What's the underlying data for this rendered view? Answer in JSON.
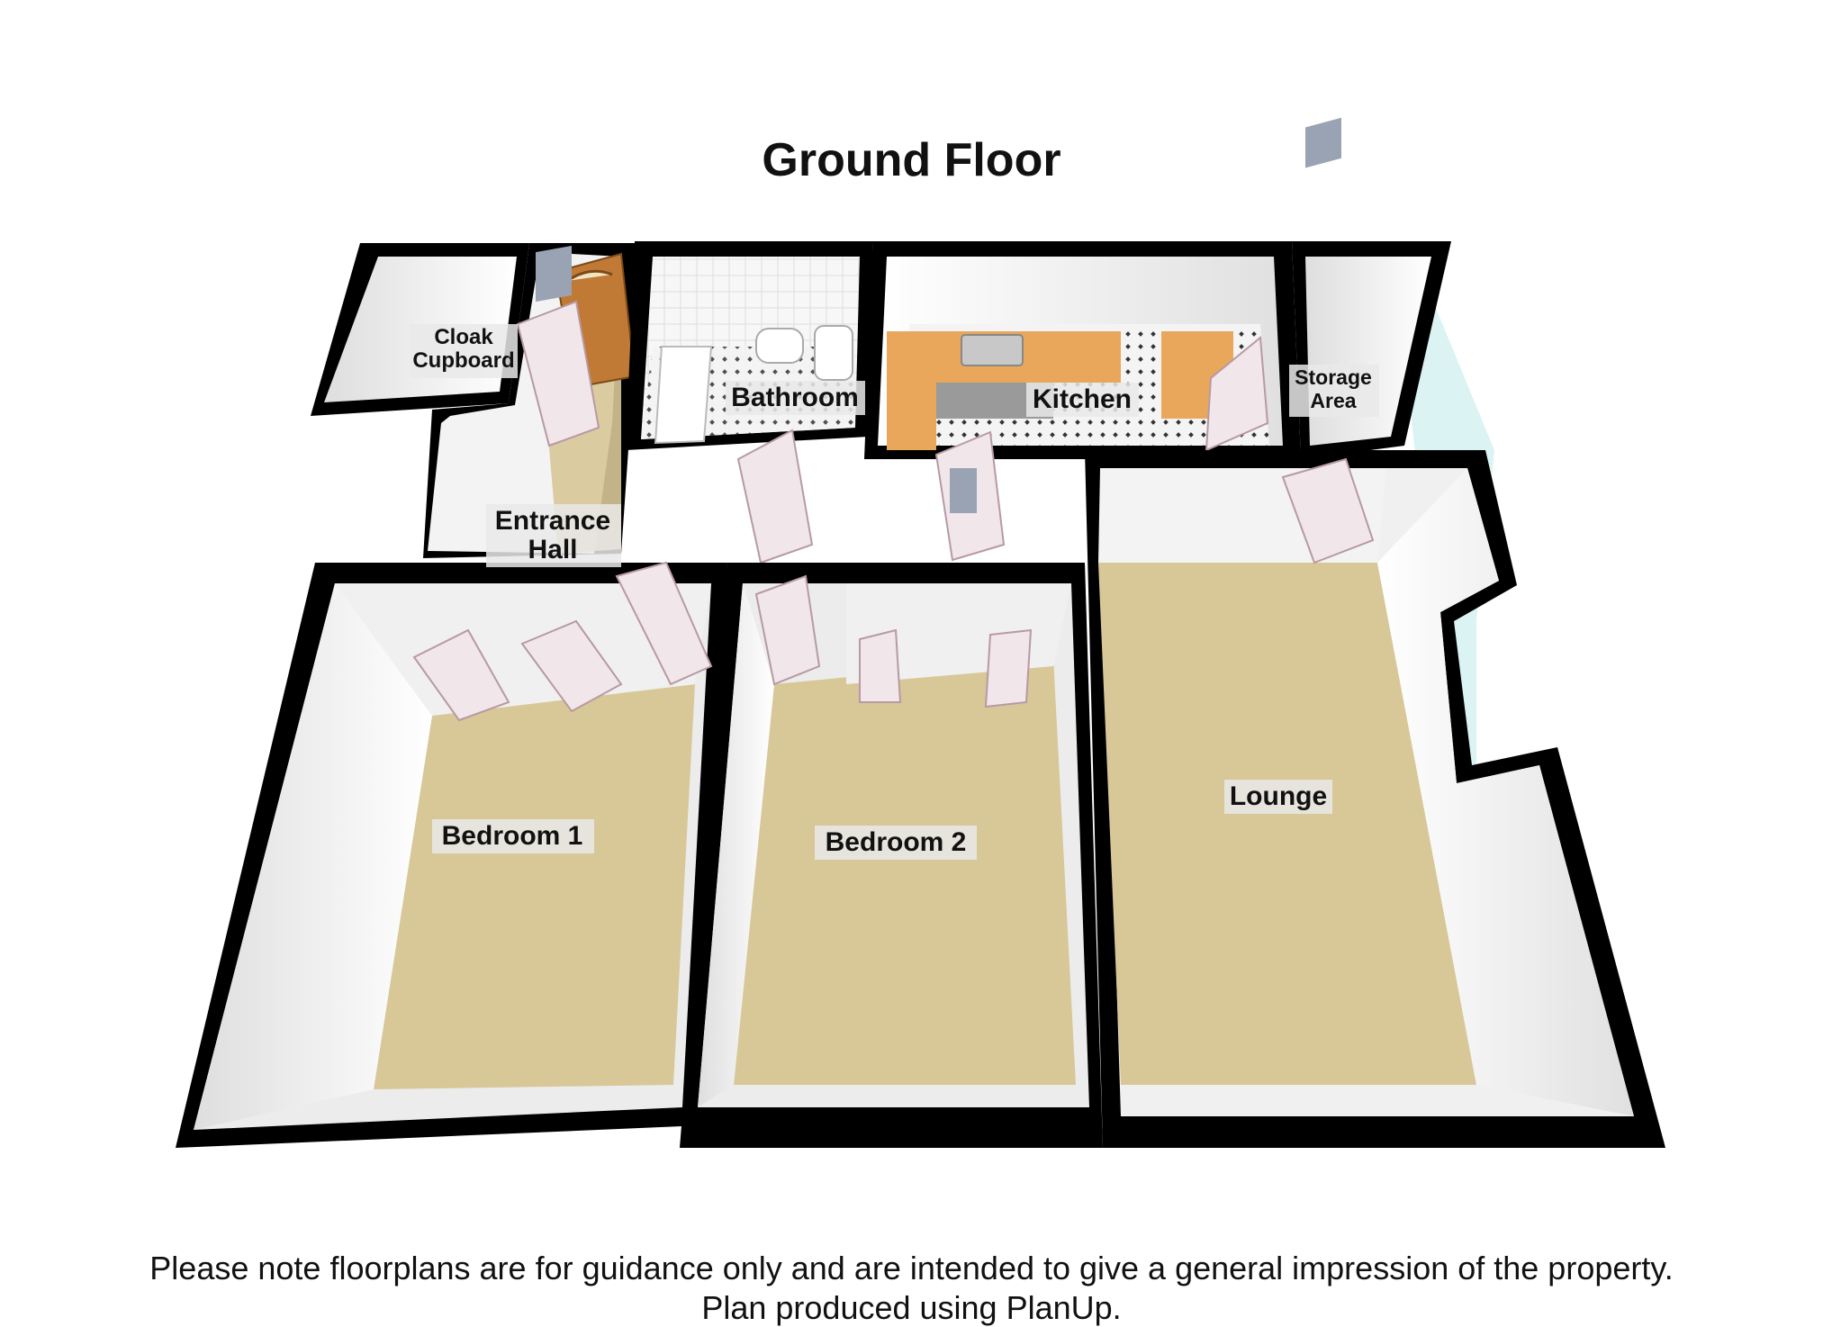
{
  "title": "Ground Floor",
  "rooms": {
    "cloak_cupboard": [
      "Cloak",
      "Cupboard"
    ],
    "entrance_hall": [
      "Entrance",
      "Hall"
    ],
    "bathroom": "Bathroom",
    "kitchen": "Kitchen",
    "storage_area": [
      "Storage",
      "Area"
    ],
    "bedroom1": "Bedroom 1",
    "bedroom2": "Bedroom 2",
    "lounge": "Lounge"
  },
  "footer": {
    "line1": "Please note floorplans are for guidance only and are intended to give a general impression of the property.",
    "line2": "Plan produced using PlanUp."
  },
  "colors": {
    "wall": "#000000",
    "carpet": "#d8c797",
    "inner_wall": "#f2f2f2",
    "worktop": "#e8a75a",
    "front_door": "#c17a35",
    "door": "#f1e6ea",
    "window": "#c9eaea"
  }
}
